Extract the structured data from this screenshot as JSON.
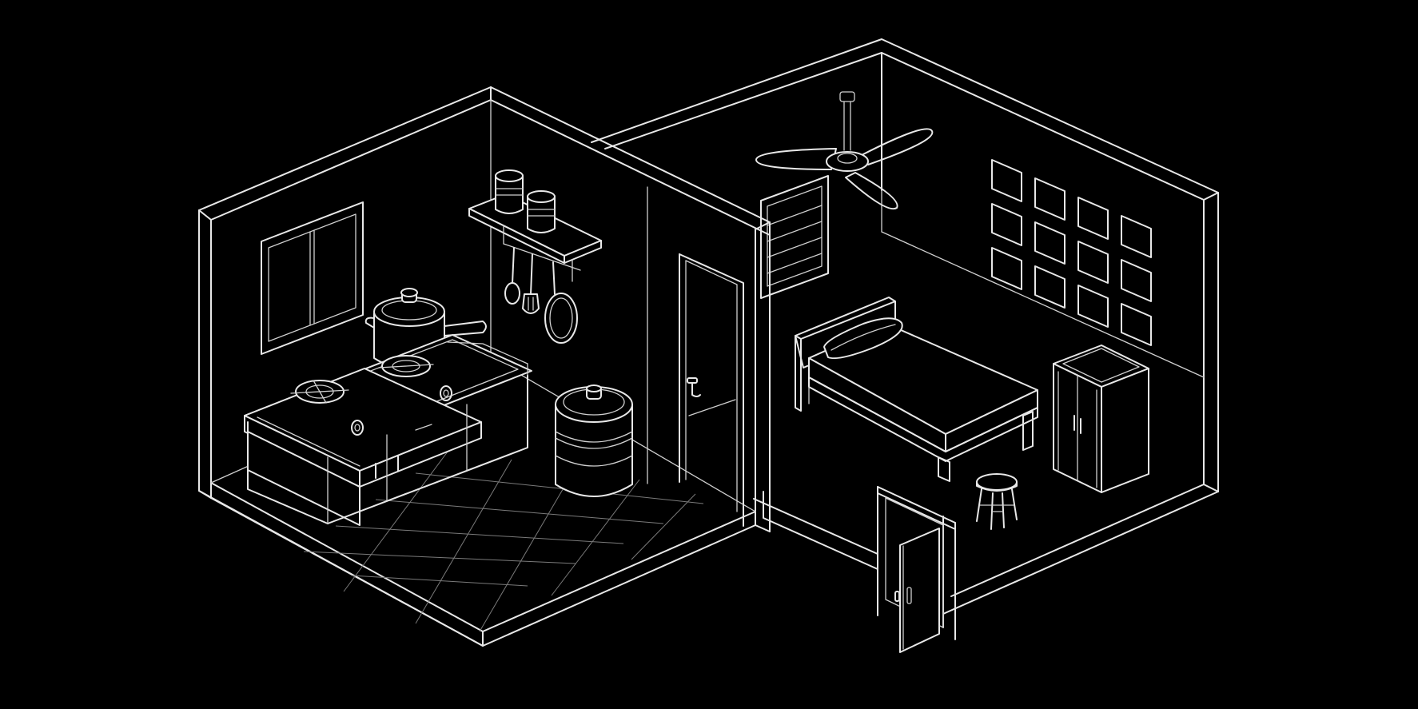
{
  "scene": {
    "style": "white line-art isometric floor plan on black background",
    "colors": {
      "background": "#000000",
      "line": "#e8e8e8"
    },
    "rooms": [
      {
        "name": "kitchen",
        "objects": [
          "window-icon",
          "gas-stove-icon",
          "cooking-pot-icon",
          "shelf-icon",
          "canister-icon",
          "ladle-icon",
          "spatula-icon",
          "frying-pan-icon",
          "storage-drum-icon",
          "interior-door-icon",
          "kitchen-cabinet-icon",
          "floor-tiles"
        ]
      },
      {
        "name": "bedroom",
        "objects": [
          "ceiling-fan-icon",
          "window-icon",
          "bed-icon",
          "pillow-icon",
          "wall-frames-icon",
          "wardrobe-icon",
          "stool-icon",
          "front-door-icon"
        ]
      }
    ]
  }
}
